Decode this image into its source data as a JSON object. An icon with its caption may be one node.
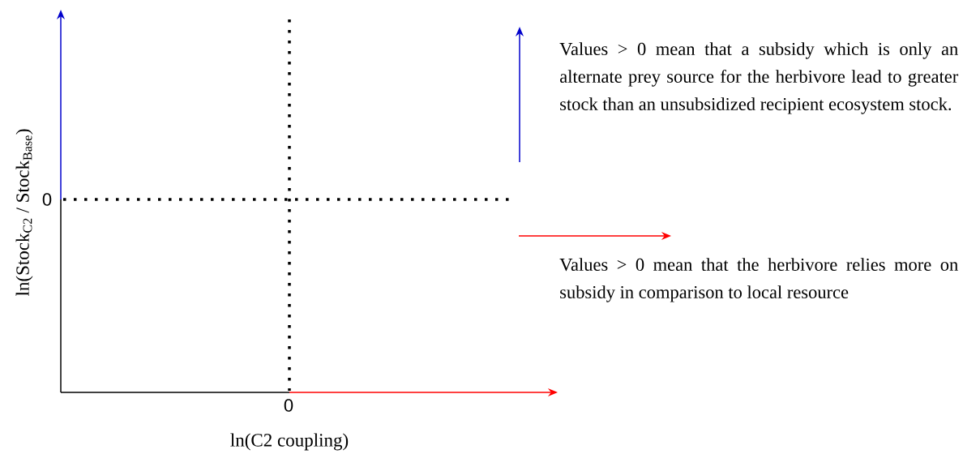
{
  "diagram": {
    "labels": [
      "0",
      "ln(Stock$_{C2}$ / Stock$_{Base}$)",
      "0",
      "ln(C2 coupling)"
    ],
    "legend": [
      {
        "text": "Values > 0 mean that a subsidy which is only an alternate prey source for the herbivore lead to greater stock than an unsubsidized recipient ecosystem stock."
      },
      {
        "text": "Values > 0 mean that the herbivore relies more on subsidy in comparison to local resource"
      }
    ]
  }
}
